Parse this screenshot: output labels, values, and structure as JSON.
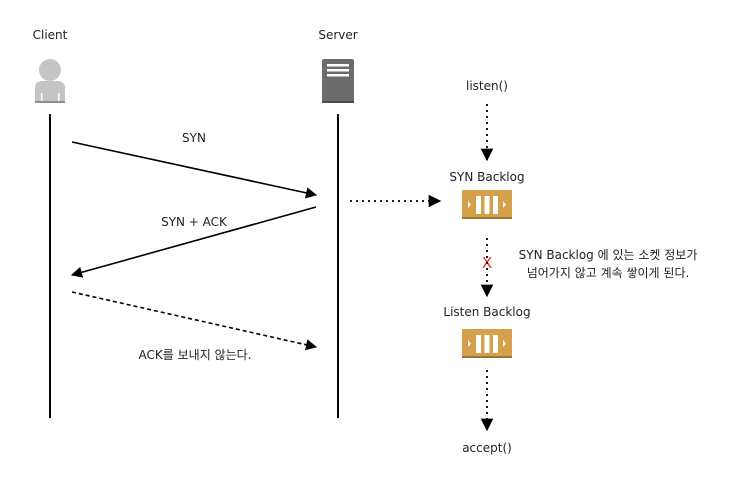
{
  "actors": {
    "client": {
      "label": "Client",
      "icon": "user-icon"
    },
    "server": {
      "label": "Server",
      "icon": "server-icon"
    }
  },
  "messages": {
    "syn": {
      "label": "SYN",
      "style": "solid",
      "direction": "client-to-server"
    },
    "syn_ack": {
      "label": "SYN + ACK",
      "style": "solid",
      "direction": "server-to-client"
    },
    "ack": {
      "label": "ACK를 보내지 않는다.",
      "style": "dashed",
      "direction": "client-to-server"
    }
  },
  "flow": {
    "listen": "listen()",
    "syn_backlog": "SYN Backlog",
    "listen_backlog": "Listen Backlog",
    "accept": "accept()",
    "blocked_mark": "X",
    "note_line1": "SYN Backlog 에 있는 소켓 정보가",
    "note_line2": "넘어가지 않고 계속 쌓이게 된다."
  },
  "colors": {
    "queue": "#d4a04a",
    "queue_dark": "#9c7436",
    "user_icon": "#c4c4c4",
    "server_icon": "#6b6b6b",
    "blocked": "#e0281e"
  }
}
